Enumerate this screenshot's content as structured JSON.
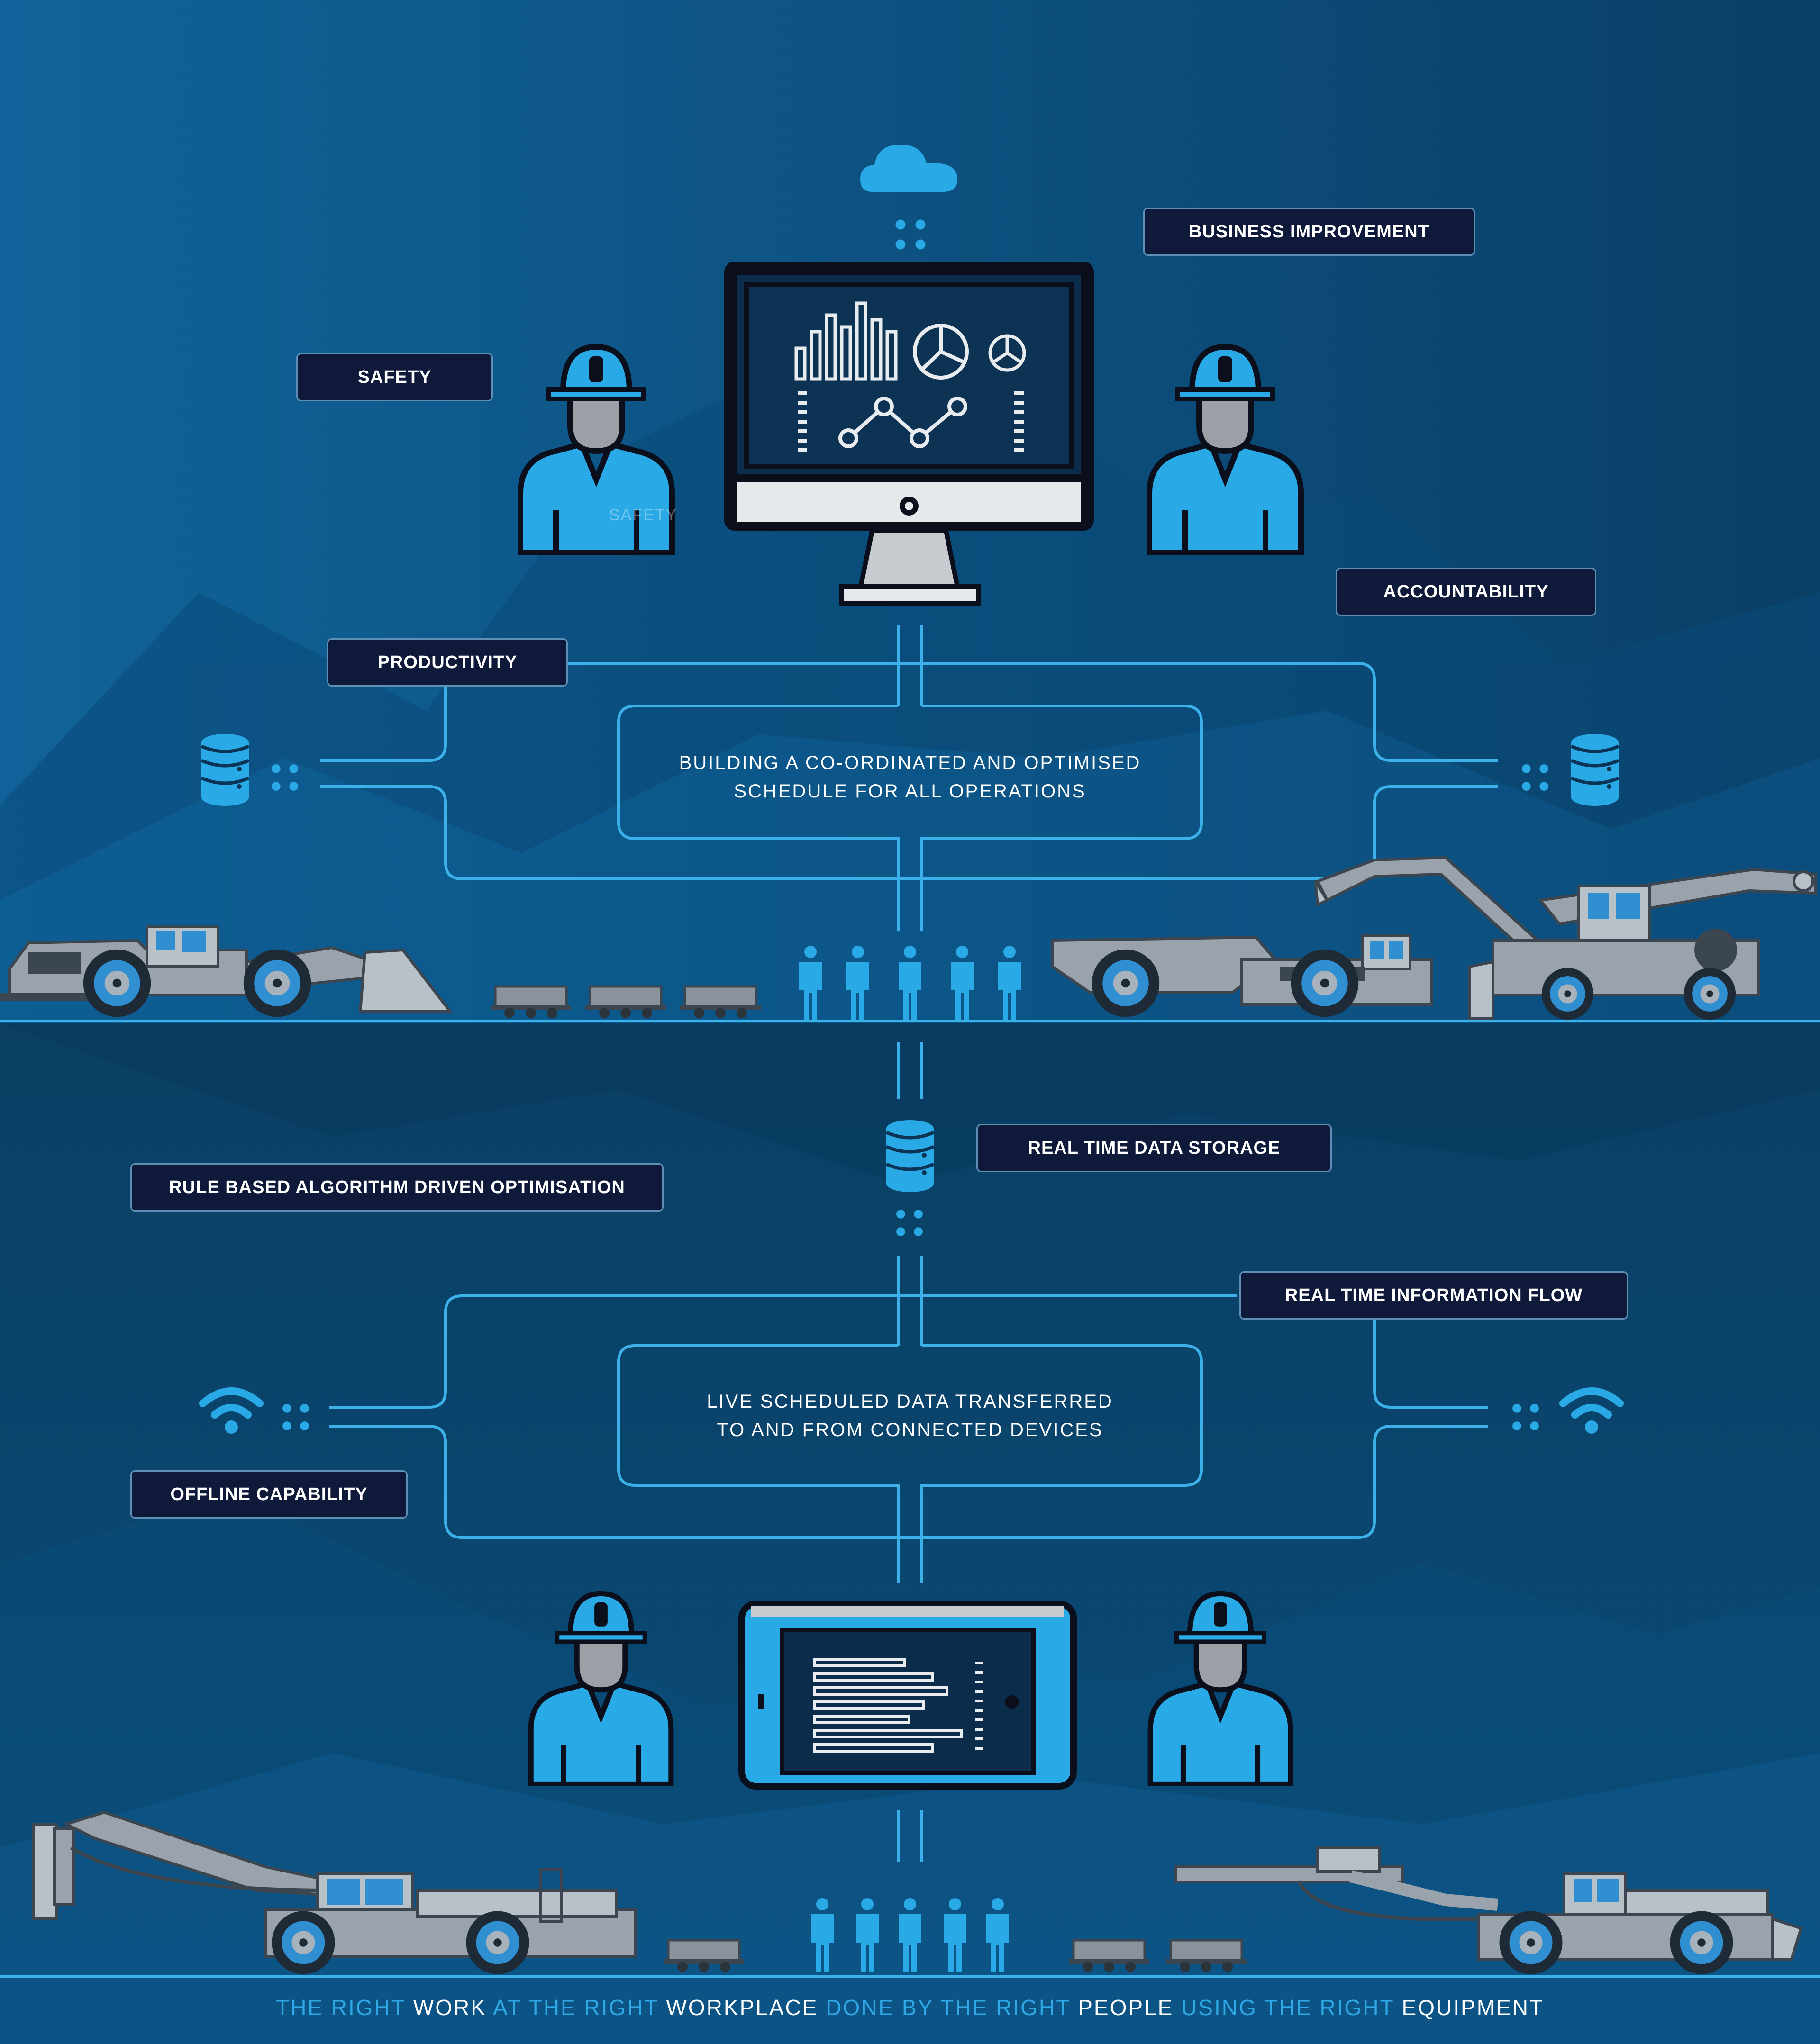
{
  "labels": {
    "business_improvement": "BUSINESS IMPROVEMENT",
    "safety": "SAFETY",
    "accountability": "ACCOUNTABILITY",
    "productivity": "PRODUCTIVITY",
    "real_time_data_storage": "REAL TIME DATA STORAGE",
    "rule_based": "RULE BASED ALGORITHM DRIVEN OPTIMISATION",
    "real_time_information_flow": "REAL TIME INFORMATION FLOW",
    "offline_capability": "OFFLINE CAPABILITY"
  },
  "captions": {
    "top_line1": "BUILDING A CO-ORDINATED AND OPTIMISED",
    "top_line2": "SCHEDULE FOR ALL OPERATIONS",
    "bottom_line1": "LIVE SCHEDULED DATA TRANSFERRED",
    "bottom_line2": "TO AND FROM CONNECTED DEVICES"
  },
  "watermark": "SAFETY",
  "footer": {
    "p1": "THE RIGHT ",
    "p2": "WORK",
    "p3": " AT THE RIGHT ",
    "p4": "WORKPLACE",
    "p5": " DONE BY THE RIGHT ",
    "p6": "PEOPLE",
    "p7": " USING THE RIGHT ",
    "p8": "EQUIPMENT"
  },
  "colors": {
    "background_top": "#0e5b8c",
    "background_bottom": "#072f4d",
    "connector": "#3cb0e8",
    "label_fill": "#0f1a3a",
    "accent_blue": "#2fa8e6",
    "machine_grey": "#9aa3ab"
  },
  "icons": [
    "cloud-icon",
    "monitor-icon",
    "bar-chart-icon",
    "pie-chart-icon",
    "line-chart-icon",
    "worker-icon",
    "database-icon",
    "wifi-icon",
    "tablet-icon",
    "person-icon",
    "loader-icon",
    "haul-truck-icon",
    "excavator-icon",
    "drill-rig-icon",
    "ore-cart-icon"
  ]
}
